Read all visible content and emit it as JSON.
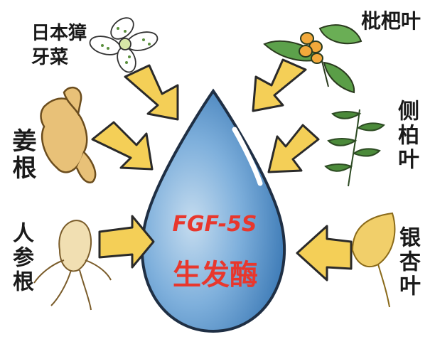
{
  "labels": {
    "japanese_fringetree": "日本獐牙菜",
    "loquat_leaf": "枇杷叶",
    "ginger_root": "姜根",
    "arborvitae_leaf": "侧柏叶",
    "ginseng": "人参根",
    "ginkgo_leaf": "银杏叶"
  },
  "center": {
    "code": "FGF-5S",
    "name": "生发酶"
  },
  "colors": {
    "arrow_fill": "#f4cf57",
    "drop_fill": "#5d96c8",
    "drop_text": "#e8372d"
  }
}
